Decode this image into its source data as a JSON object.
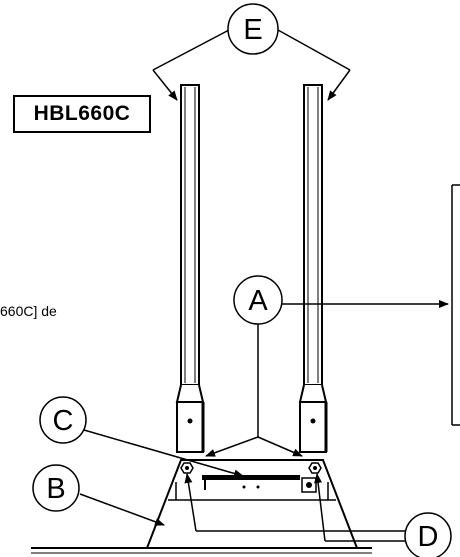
{
  "model_label": "HBL660C",
  "cut_text": "660C] de",
  "callouts": {
    "a": "A",
    "b": "B",
    "c": "C",
    "d": "D",
    "e": "E"
  }
}
